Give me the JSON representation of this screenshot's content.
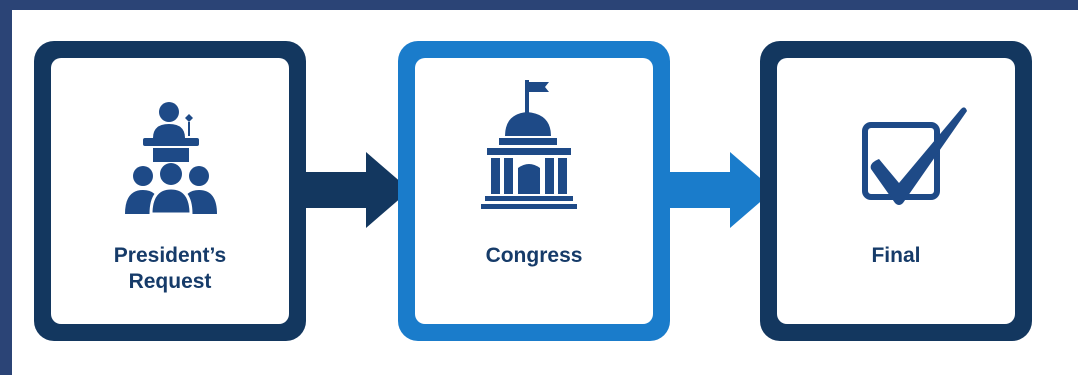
{
  "steps": [
    {
      "line1": "President’s",
      "line2": "Request",
      "icon": "podium-audience-icon"
    },
    {
      "line1": "Congress",
      "line2": "",
      "icon": "capitol-building-icon"
    },
    {
      "line1": "Final",
      "line2": "",
      "icon": "checkbox-checked-icon"
    }
  ],
  "colors": {
    "dark_navy": "#13375f",
    "bright_blue": "#1a7ccb",
    "text_blue": "#163b69",
    "background": "#2b4476"
  }
}
